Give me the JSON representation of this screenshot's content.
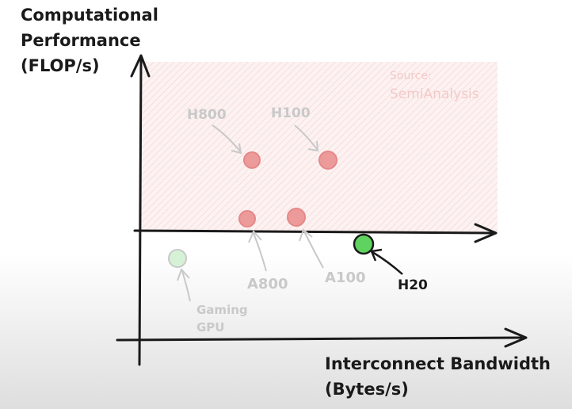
{
  "y_axis_title": [
    "Computational",
    "Performance",
    "(FLOP/s)"
  ],
  "x_axis_title": [
    "Interconnect Bandwidth",
    "(Bytes/s)"
  ],
  "source": [
    "Source:",
    "SemiAnalysis"
  ],
  "labels": {
    "h800": "H800",
    "h100": "H100",
    "a800": "A800",
    "a100": "A100",
    "h20": "H20",
    "gaming_gpu": [
      "Gaming",
      "GPU"
    ]
  },
  "colors": {
    "restricted_zone": "#fbe6e6",
    "restricted_point": "#ec9a9a",
    "allowed_point": "#5fd35f",
    "gaming_point": "#d6f2d6",
    "axis": "#1a1a1a",
    "faded_text": "#c9c9c9"
  }
}
